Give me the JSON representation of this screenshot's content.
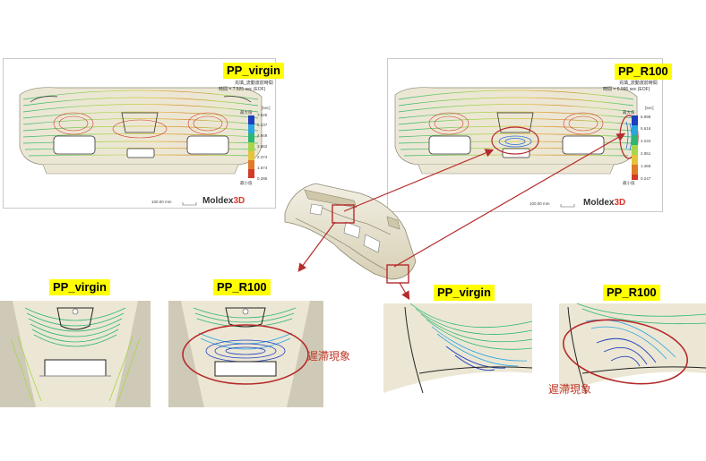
{
  "labels": {
    "top_left": "PP_virgin",
    "top_right": "PP_R100",
    "zoom1_left": "PP_virgin",
    "zoom1_right": "PP_R100",
    "zoom2_left": "PP_virgin",
    "zoom2_right": "PP_R100"
  },
  "annotations": {
    "phenomenon_1": "遲滯現象",
    "phenomenon_2": "遲滯現象"
  },
  "left_panel": {
    "result_title": "充填_流動波前時間",
    "result_value": "時間 = 7.525 sec (EOF)",
    "unit": "[sec]",
    "legend_max_label": "最大值",
    "legend_min_label": "最小值",
    "legend_values": [
      "7.525",
      "6.237",
      "4.949",
      "3.662",
      "2.374",
      "1.574",
      "0.286"
    ],
    "scale": "100.00 mm",
    "logo_main": "Moldex",
    "logo_suffix": "3D"
  },
  "right_panel": {
    "result_title": "充填_流動波前時間",
    "result_value": "時間 = 6.996 sec (EOF)",
    "unit": "[sec]",
    "legend_max_label": "最大值",
    "legend_min_label": "最小值",
    "legend_values": [
      "6.998",
      "5.616",
      "4.234",
      "2.851",
      "1.469",
      "0.247"
    ],
    "scale": "100.00 mm",
    "logo_main": "Moldex",
    "logo_suffix": "3D"
  },
  "colors": {
    "label_bg": "#ffff00",
    "highlight": "#b52a2a",
    "annotation_text": "#c0392b",
    "part_surface": "#ece7d4"
  }
}
